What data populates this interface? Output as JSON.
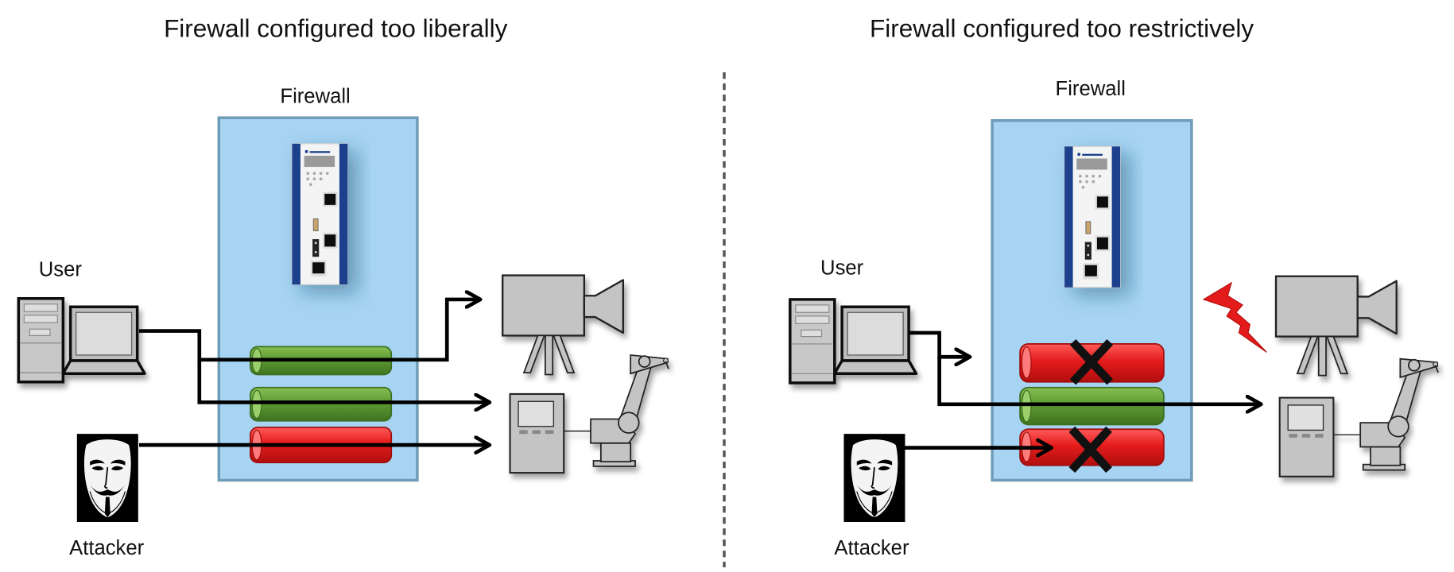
{
  "panels": [
    {
      "id": "liberal",
      "title": "Firewall configured too liberally",
      "firewall_label": "Firewall",
      "user_label": "User",
      "attacker_label": "Attacker",
      "channels": [
        {
          "name": "channel-1",
          "state": "allowed",
          "color": "#5e9a34",
          "blocked": false
        },
        {
          "name": "channel-2",
          "state": "allowed",
          "color": "#5e9a34",
          "blocked": false
        },
        {
          "name": "channel-3",
          "state": "denied-rule-but-passing",
          "color": "#e41b1b",
          "blocked": false
        }
      ],
      "flows": [
        {
          "from": "User",
          "to": "Camera",
          "passes": true
        },
        {
          "from": "User",
          "to": "Robot controller",
          "passes": true
        },
        {
          "from": "Attacker",
          "to": "Robot controller",
          "passes": true
        }
      ]
    },
    {
      "id": "restrictive",
      "title": "Firewall configured too restrictively",
      "firewall_label": "Firewall",
      "user_label": "User",
      "attacker_label": "Attacker",
      "channels": [
        {
          "name": "channel-1",
          "state": "blocked",
          "color": "#e41b1b",
          "blocked": true
        },
        {
          "name": "channel-2",
          "state": "allowed",
          "color": "#5e9a34",
          "blocked": false
        },
        {
          "name": "channel-3",
          "state": "blocked",
          "color": "#e41b1b",
          "blocked": true
        }
      ],
      "flows": [
        {
          "from": "User",
          "to": "Camera",
          "passes": false
        },
        {
          "from": "User",
          "to": "Robot controller",
          "passes": true
        },
        {
          "from": "Attacker",
          "to": "Robot controller",
          "passes": false
        }
      ],
      "alert": "lightning-bolt-icon"
    }
  ],
  "colors": {
    "firewall_zone": "#a6d4f2",
    "firewall_zone_border": "#6f9db8",
    "allowed": "#5e9a34",
    "blocked": "#e41b1b",
    "device_gray": "#c4c4c4",
    "device_blue": "#1b3f8c",
    "divider": "#555555"
  }
}
